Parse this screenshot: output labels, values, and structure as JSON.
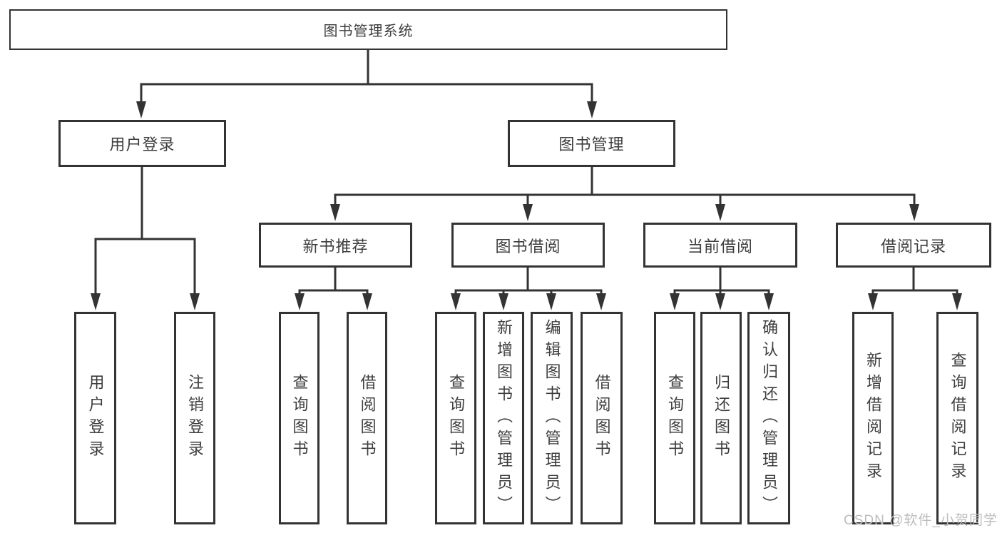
{
  "diagram": {
    "root": {
      "id": "library-system",
      "label": "图书管理系统",
      "children": [
        {
          "id": "user-login",
          "label": "用户登录",
          "children": [
            {
              "id": "login-action",
              "label": "用户登录"
            },
            {
              "id": "logout-action",
              "label": "注销登录"
            }
          ]
        },
        {
          "id": "book-management",
          "label": "图书管理",
          "children": [
            {
              "id": "new-book-recommend",
              "label": "新书推荐",
              "children": [
                {
                  "id": "nb-query-books",
                  "label": "查询图书"
                },
                {
                  "id": "nb-borrow-books",
                  "label": "借阅图书"
                }
              ]
            },
            {
              "id": "book-borrowing",
              "label": "图书借阅",
              "children": [
                {
                  "id": "bb-query-books",
                  "label": "查询图书"
                },
                {
                  "id": "bb-add-books",
                  "label": "新增图书（管理员）"
                },
                {
                  "id": "bb-edit-books",
                  "label": "编辑图书（管理员）"
                },
                {
                  "id": "bb-borrow-books",
                  "label": "借阅图书"
                }
              ]
            },
            {
              "id": "current-borrowing",
              "label": "当前借阅",
              "children": [
                {
                  "id": "cb-query-books",
                  "label": "查询图书"
                },
                {
                  "id": "cb-return-books",
                  "label": "归还图书"
                },
                {
                  "id": "cb-confirm-return",
                  "label": "确认归还（管理员）"
                }
              ]
            },
            {
              "id": "borrowing-records",
              "label": "借阅记录",
              "children": [
                {
                  "id": "br-add-record",
                  "label": "新增借阅记录"
                },
                {
                  "id": "br-query-record",
                  "label": "查询借阅记录"
                }
              ]
            }
          ]
        }
      ]
    }
  },
  "watermark": {
    "text": "CSDN @软件_小贺同学"
  },
  "colors": {
    "line": "#333333",
    "box_border": "#333333",
    "text": "#3d3d3d",
    "background": "#ffffff",
    "watermark": "#bdbdbd"
  }
}
